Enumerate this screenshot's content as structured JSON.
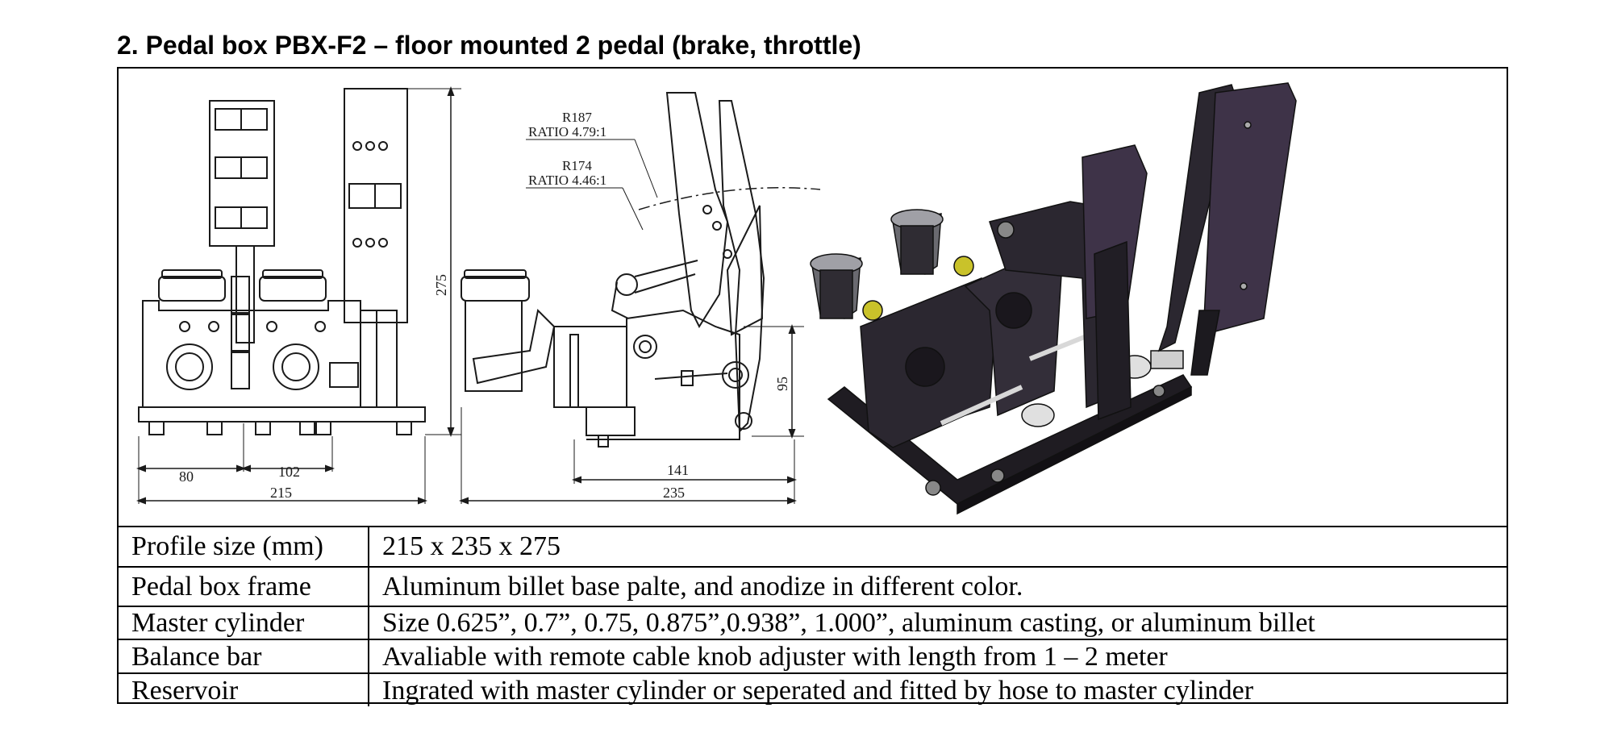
{
  "document": {
    "title": "2. Pedal box PBX-F2 – floor mounted 2 pedal (brake, throttle)"
  },
  "drawing": {
    "callouts": {
      "r187": "R187",
      "ratio_479": "RATIO 4.79:1",
      "r174": "R174",
      "ratio_446": "RATIO 4.46:1"
    },
    "dimensions": {
      "height_275": "275",
      "front_80": "80",
      "front_102": "102",
      "front_215": "215",
      "side_95": "95",
      "side_141": "141",
      "side_235": "235"
    },
    "views": [
      "front-view-drawing",
      "side-view-drawing",
      "isometric-render"
    ]
  },
  "specs": [
    {
      "label": "Profile size (mm)",
      "value": "215 x 235 x 275"
    },
    {
      "label": "Pedal box frame",
      "value": "Aluminum billet base palte, and anodize in different color."
    },
    {
      "label": "Master cylinder",
      "value": "Size 0.625”, 0.7”, 0.75, 0.875”,0.938”, 1.000”, aluminum casting, or aluminum billet"
    },
    {
      "label": "Balance bar",
      "value": "Avaliable with remote cable knob adjuster with length from 1 – 2 meter"
    },
    {
      "label": "Reservoir",
      "value": "Ingrated with master cylinder or seperated and fitted by hose to master cylinder"
    }
  ],
  "colors": {
    "text": "#000000",
    "line": "#1a1a1a",
    "render_dark": "#2b2730",
    "render_pedal": "#3e3348",
    "render_silver": "#cfcfcf",
    "render_yellow": "#c9c22a"
  }
}
